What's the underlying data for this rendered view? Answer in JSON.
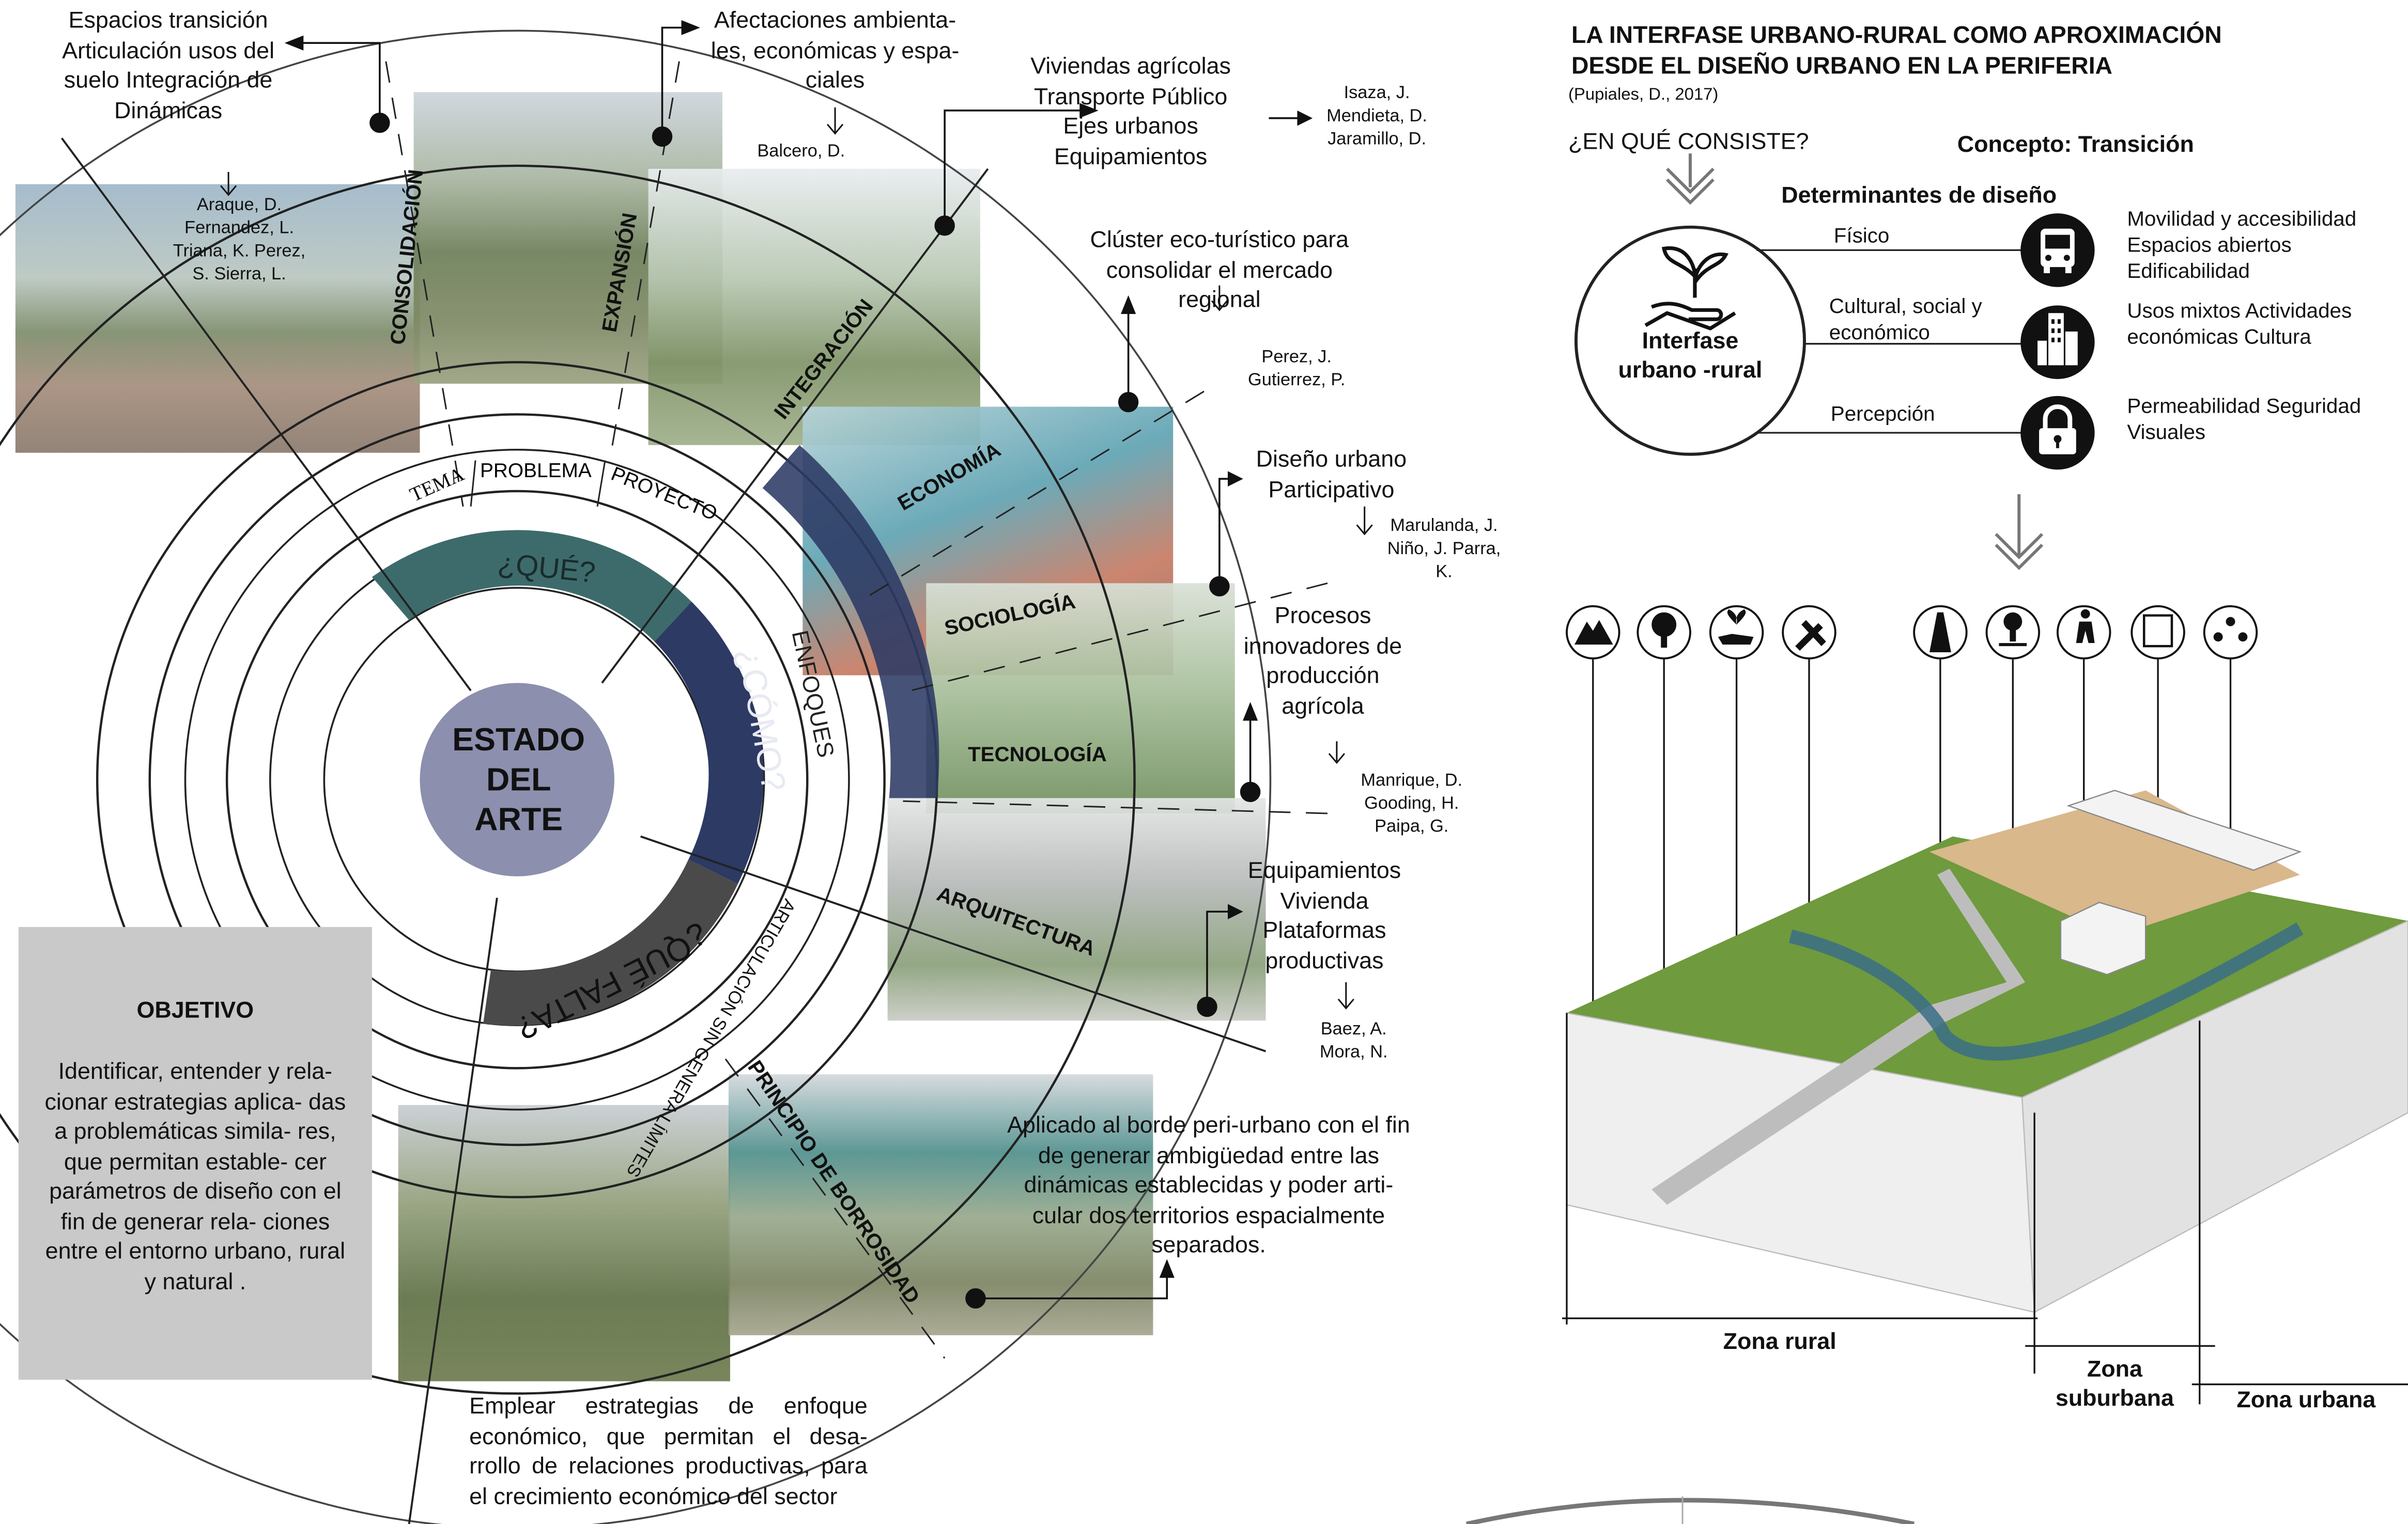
{
  "left": {
    "center": "ESTADO DEL ARTE",
    "ring_tabs": [
      "TEMA",
      "PROBLEMA",
      "PROYECTO"
    ],
    "que": "¿QUÉ?",
    "como": "¿CÓMO?",
    "enfoques": "ENFOQUES",
    "que_falta": "¿QUÉ FALTA?",
    "articulacion": "ARTICULACIÓN SIN GENERA LÍMITES",
    "sectors": [
      "CONSOLIDACIÓN",
      "EXPANSIÓN",
      "INTEGRACIÓN",
      "ECONOMÍA",
      "SOCIOLOGÍA",
      "TECNOLOGÍA",
      "ARQUITECTURA",
      "PRINCIPIO DE BORROSIDAD"
    ],
    "notes": {
      "espacios": "Espacios transición Articulación usos del suelo Integración de Dinámicas",
      "araque": "Araque, D. Fernandez, L. Triana, K. Perez, S. Sierra, L.",
      "afectaciones": "Afectaciones ambienta- les, económicas y espa- ciales",
      "balcero": "Balcero, D.",
      "viviendas": "Viviendas agrícolas Transporte Público Ejes urbanos Equipamientos",
      "isaza": "Isaza, J. Mendieta, D. Jaramillo, D.",
      "cluster": "Clúster eco-turístico para consolidar el mercado regional",
      "perez": "Perez, J. Gutierrez, P.",
      "diseno": "Diseño urbano Participativo",
      "marulanda": "Marulanda, J. Niño, J. Parra, K.",
      "procesos": "Procesos innovadores de producción agrícola",
      "manrique": "Manrique, D. Gooding, H. Paipa, G.",
      "equipamientos": "Equipamientos Vivienda Plataformas productivas",
      "baez": "Baez, A. Mora, N.",
      "aplicado": "Aplicado al borde peri-urbano con el fin de generar ambigüedad entre las dinámicas establecidas y poder arti- cular dos territorios espacialmente separados.",
      "emplear": "Emplear estrategias de enfoque económico, que permitan el desa- rrollo de relaciones productivas, para el crecimiento económico del sector"
    },
    "objetivo": {
      "title": "OBJETIVO",
      "text": "Identificar, entender y rela- cionar estrategias aplica- das a problemáticas simila- res, que permitan estable- cer parámetros de diseño con el fin de generar rela- ciones entre el entorno urbano, rural y natural ."
    }
  },
  "right": {
    "title": "LA INTERFASE URBANO-RURAL COMO APROXIMACIÓN DESDE EL DISEÑO URBANO EN LA PERIFERIA",
    "citation": "(Pupiales, D., 2017)",
    "question": "¿EN QUÉ CONSISTE?",
    "concept": "Concepto: Transición",
    "determinantes": "Determinantes de diseño",
    "interfase": "Interfase urbano -rural",
    "rows": [
      {
        "label": "Físico",
        "icon": "bus-icon",
        "items": "Movilidad y accesibilidad Espacios abiertos Edificabilidad"
      },
      {
        "label": "Cultural, social y económico",
        "icon": "city-icon",
        "items": "Usos mixtos Actividades económicas Cultura"
      },
      {
        "label": "Percepción",
        "icon": "lock-icon",
        "items": "Permeabilidad Seguridad Visuales"
      }
    ],
    "zone_icons": [
      "mountain-icon",
      "tree-icon",
      "sprout-hand-icon",
      "tools-icon",
      "road-icon",
      "park-icon",
      "pedestrian-icon",
      "city-map-icon",
      "network-icon"
    ],
    "zones": [
      "Zona rural",
      "Zona suburbana",
      "Zona urbana"
    ]
  },
  "colors": {
    "que": "#3d6b6b",
    "como": "#2c3a64",
    "falta": "#4a4a4a",
    "center": "#8c8fad",
    "objetivo": "#c9c9c9"
  }
}
